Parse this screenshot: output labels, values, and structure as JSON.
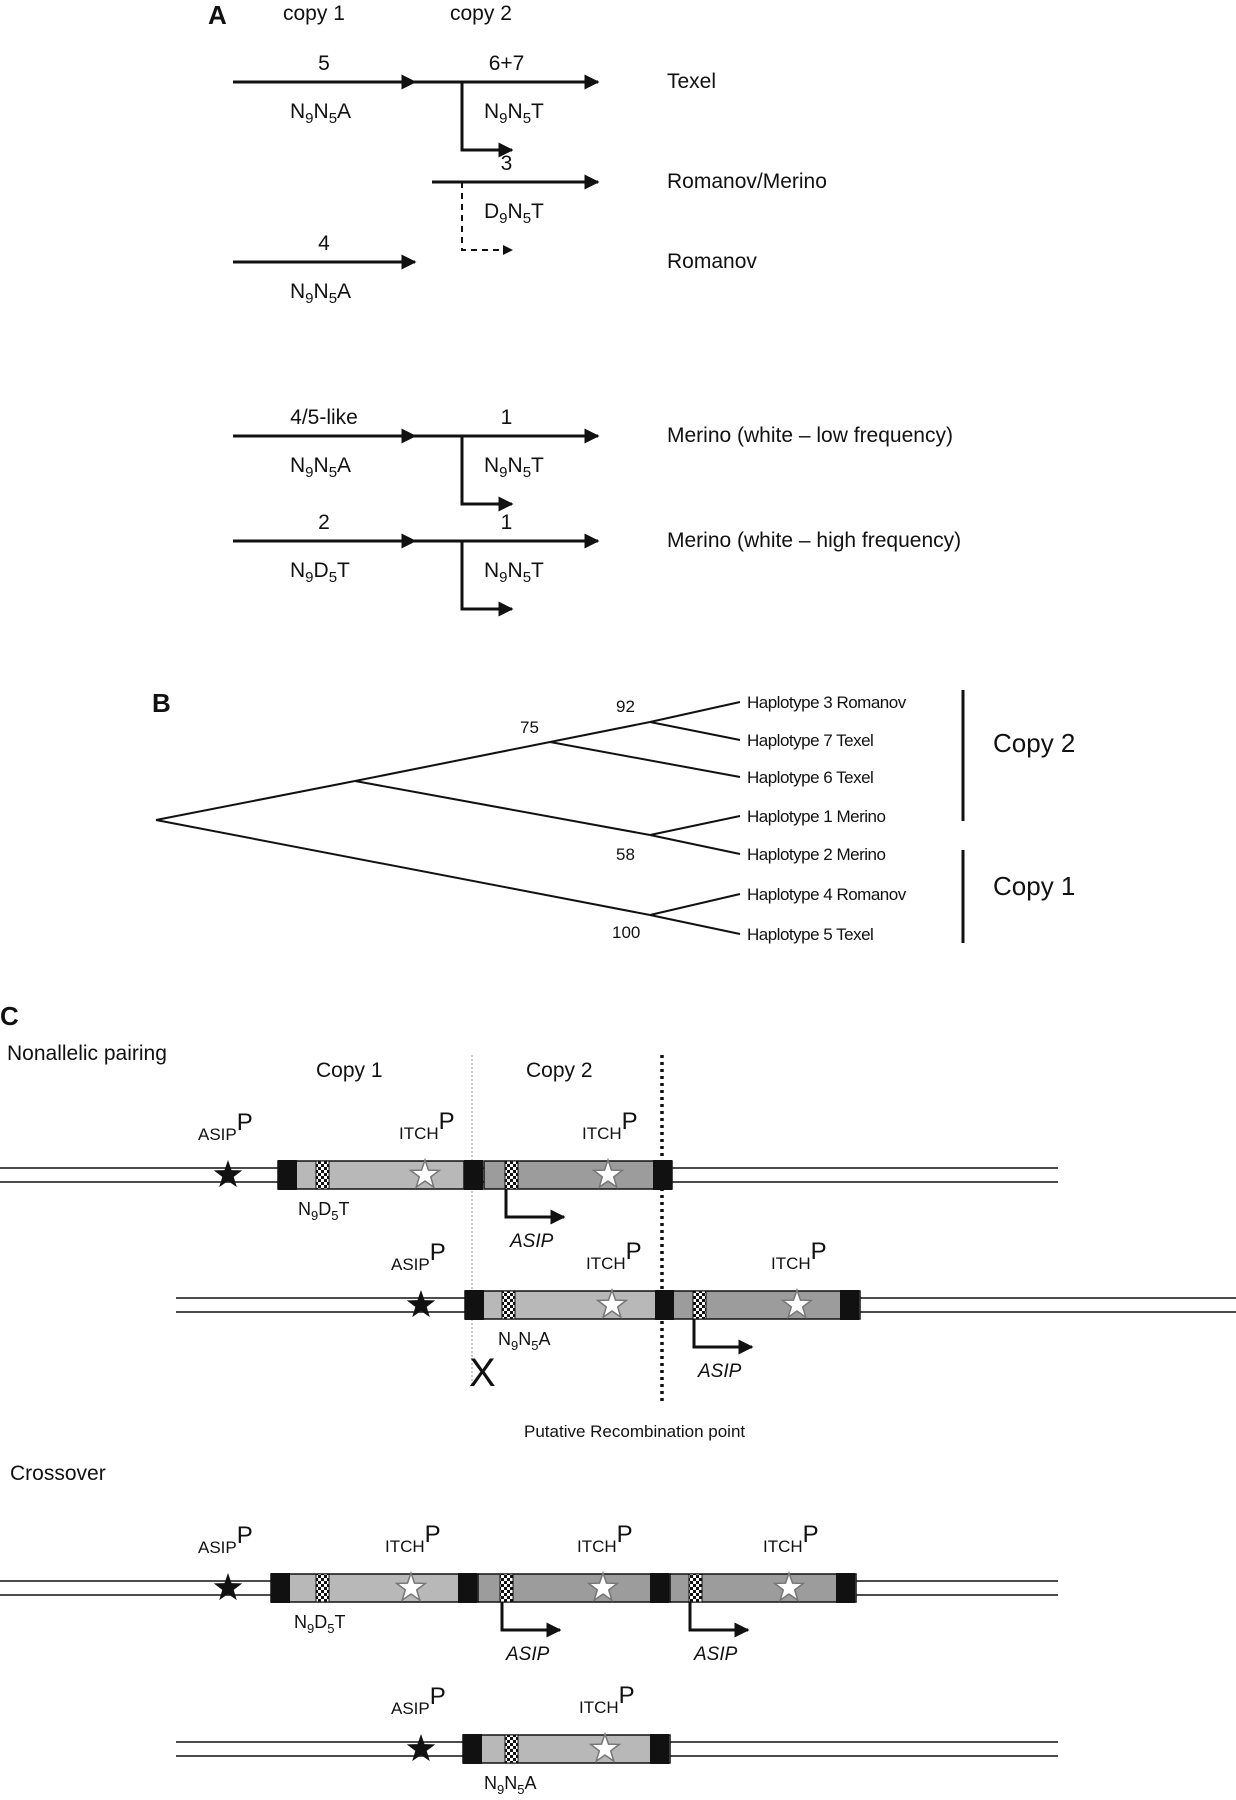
{
  "colors": {
    "line": "#111111",
    "copy1_fill": "#b8b8b8",
    "copy2_fill": "#9c9c9c",
    "boundary": "#111111",
    "white": "#ffffff"
  },
  "panelA": {
    "label": "A",
    "col_headers": [
      "copy 1",
      "copy 2"
    ],
    "rows": [
      {
        "breed": "Texel",
        "copy1": {
          "hap": "5",
          "seq": [
            "N",
            "9",
            "N",
            "5",
            "A"
          ]
        },
        "copy2": {
          "hap": "6+7",
          "seq": [
            "N",
            "9",
            "N",
            "5",
            "T"
          ],
          "promoter": "active"
        }
      },
      {
        "breed": "Romanov/Merino",
        "copy1": null,
        "copy2": {
          "hap": "3",
          "seq": [
            "D",
            "9",
            "N",
            "5",
            "T"
          ],
          "promoter": "inactive"
        }
      },
      {
        "breed": "Romanov",
        "copy1": {
          "hap": "4",
          "seq": [
            "N",
            "9",
            "N",
            "5",
            "A"
          ]
        },
        "copy2": null
      },
      {
        "breed": "Merino (white – low frequency)",
        "copy1": {
          "hap": "4/5-like",
          "seq": [
            "N",
            "9",
            "N",
            "5",
            "A"
          ]
        },
        "copy2": {
          "hap": "1",
          "seq": [
            "N",
            "9",
            "N",
            "5",
            "T"
          ],
          "promoter": "active"
        }
      },
      {
        "breed": "Merino (white – high frequency)",
        "copy1": {
          "hap": "2",
          "seq": [
            "N",
            "9",
            "D",
            "5",
            "T"
          ]
        },
        "copy2": {
          "hap": "1",
          "seq": [
            "N",
            "9",
            "N",
            "5",
            "T"
          ],
          "promoter": "active"
        }
      }
    ]
  },
  "panelB": {
    "label": "B",
    "leaves": [
      "Haplotype 3 Romanov",
      "Haplotype 7 Texel",
      "Haplotype 6 Texel",
      "Haplotype 1 Merino",
      "Haplotype 2 Merino",
      "Haplotype 4 Romanov",
      "Haplotype 5 Texel"
    ],
    "bootstrap": {
      "node_92": "92",
      "node_75": "75",
      "node_58": "58",
      "node_100": "100"
    },
    "groups": [
      {
        "label": "Copy 2",
        "members": [
          "Haplotype 3 Romanov",
          "Haplotype 7 Texel",
          "Haplotype 6 Texel",
          "Haplotype 1 Merino"
        ]
      },
      {
        "label": "Copy 1",
        "members": [
          "Haplotype 2 Merino",
          "Haplotype 4 Romanov",
          "Haplotype 5 Texel"
        ]
      }
    ]
  },
  "panelC": {
    "label": "C",
    "section1_title": "Nonallelic pairing",
    "section2_title": "Crossover",
    "copy1_header": "Copy 1",
    "copy2_header": "Copy 2",
    "asip_promoter": "ASIP",
    "itch_promoter": "ITCH",
    "superscript": "P",
    "asip_transcript": "ASIP",
    "crossover_mark": "X",
    "recombination_label": "Putative Recombination point",
    "seq_N9D5T": [
      "N",
      "9",
      "D",
      "5",
      "T"
    ],
    "seq_N9N5A": [
      "N",
      "9",
      "N",
      "5",
      "A"
    ]
  }
}
